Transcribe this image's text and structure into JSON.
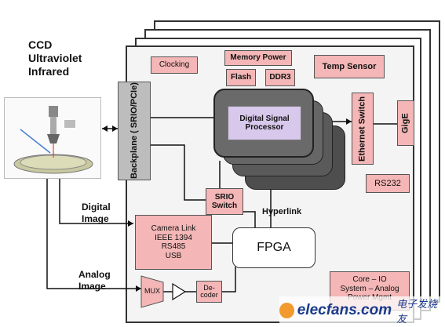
{
  "left_labels": {
    "ccd": "CCD",
    "ultraviolet": "Ultraviolet",
    "infrared": "Infrared",
    "digital": "Digital",
    "digital_image": "Image",
    "analog": "Analog",
    "analog_image": "Image"
  },
  "blocks": {
    "clocking": "Clocking",
    "memory_power": "Memory Power",
    "flash": "Flash",
    "ddr3": "DDR3",
    "temp_sensor": "Temp Sensor",
    "dsp_line1": "Digital Signal",
    "dsp_line2": "Processor",
    "backplane": "Backplane ( SRIO/PCIe)",
    "ethernet_switch": "Ethernet Switch",
    "gige": "GigE",
    "rs232": "RS232",
    "srio_line1": "SRIO",
    "srio_line2": "Switch",
    "hyperlink": "Hyperlink",
    "camera_link": "Camera Link",
    "ieee1394": "IEEE 1394",
    "rs485": "RS485",
    "usb": "USB",
    "fpga": "FPGA",
    "mux": "MUX",
    "decoder_line1": "De-",
    "decoder_line2": "coder",
    "core_io_line1": "Core – IO",
    "core_io_line2": "System – Analog",
    "core_io_line3": "Power Mgmt"
  },
  "watermark": {
    "site": "elecfans.com",
    "chinese": "电子发烧友"
  },
  "colors": {
    "pink_block": "#f4b6b6",
    "dsp_gray": "#6a6a6a",
    "dsp_inner": "#d8c8ec",
    "watermark_blue": "#1a3a8c"
  }
}
